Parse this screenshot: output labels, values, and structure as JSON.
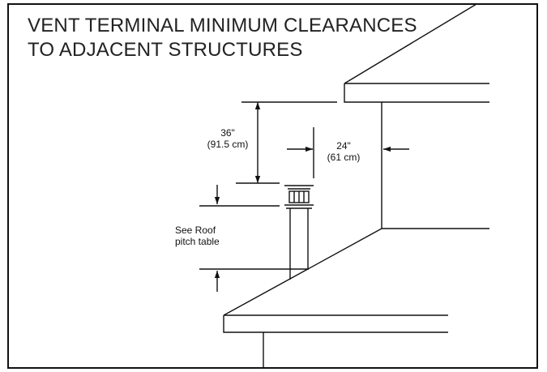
{
  "title": {
    "line1": "VENT TERMINAL MINIMUM CLEARANCES",
    "line2": "TO ADJACENT STRUCTURES"
  },
  "dimensions": {
    "vertical": {
      "imperial": "36\"",
      "metric": "(91.5 cm)"
    },
    "horizontal": {
      "imperial": "24\"",
      "metric": "(61 cm)"
    }
  },
  "note": {
    "line1": "See Roof",
    "line2": "pitch table"
  },
  "colors": {
    "line": "#111111",
    "background": "#ffffff"
  }
}
